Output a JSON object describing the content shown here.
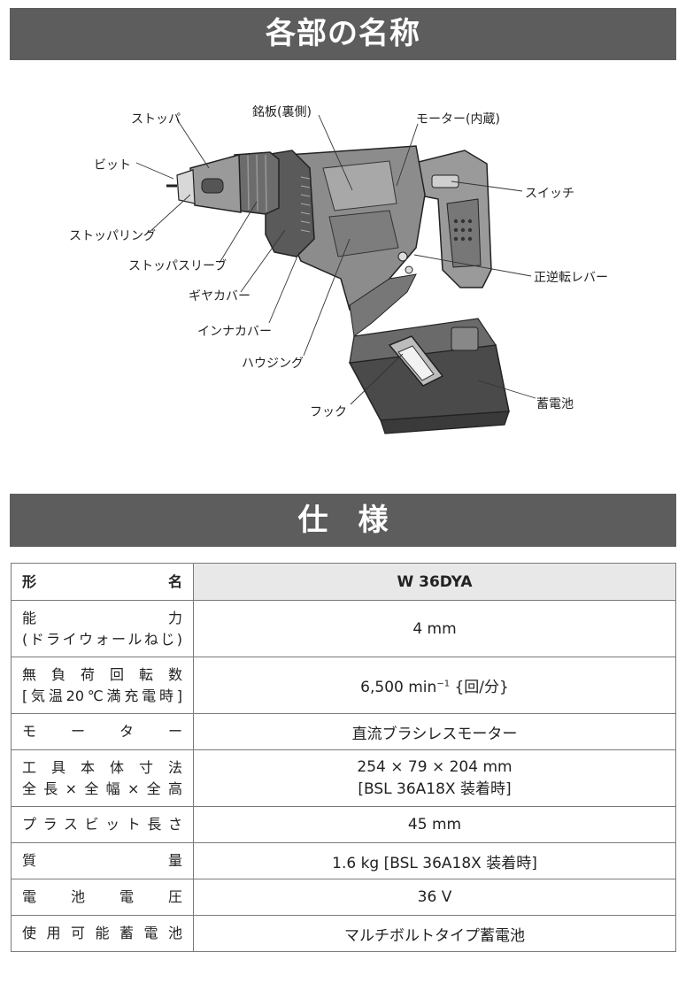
{
  "section1": {
    "title": "各部の名称"
  },
  "parts": {
    "stopper": "ストッパ",
    "bit": "ビット",
    "stopper_ring": "ストッパリング",
    "stopper_sleeve": "ストッパスリーブ",
    "gear_cover": "ギヤカバー",
    "inner_cover": "インナカバー",
    "housing": "ハウジング",
    "hook": "フック",
    "nameplate": "銘板(裏側)",
    "motor": "モーター(内蔵)",
    "switch": "スイッチ",
    "reverse_lever": "正逆転レバー",
    "battery": "蓄電池"
  },
  "section2": {
    "title": "仕様"
  },
  "specs": {
    "model": {
      "label": "形名",
      "value": "W 36DYA"
    },
    "capacity": {
      "label1": "能力",
      "label2": "(ドライウォールねじ)",
      "value": "4 mm"
    },
    "speed": {
      "label1": "無負荷回転数",
      "label2": "[気温20℃満充電時]",
      "value_main": "6,500 min",
      "value_sup": "−1",
      "value_unit": "{回/分}"
    },
    "motor": {
      "label": "モーター",
      "value": "直流ブラシレスモーター"
    },
    "dimensions": {
      "label1": "工具本体寸法",
      "label2": "全長×全幅×全高",
      "value1": "254 × 79 × 204 mm",
      "value2": "[BSL 36A18X 装着時]"
    },
    "bit_length": {
      "label": "プラスビット長さ",
      "value": "45 mm"
    },
    "mass": {
      "label": "質量",
      "value": "1.6 kg [BSL 36A18X 装着時]"
    },
    "voltage": {
      "label": "電池電圧",
      "value": "36 V"
    },
    "battery": {
      "label": "使用可能蓄電池",
      "value": "マルチボルトタイプ蓄電池"
    }
  },
  "colors": {
    "banner": "#5d5d5d",
    "header_cell": "#e8e8e8",
    "border": "#7a7a7a"
  }
}
